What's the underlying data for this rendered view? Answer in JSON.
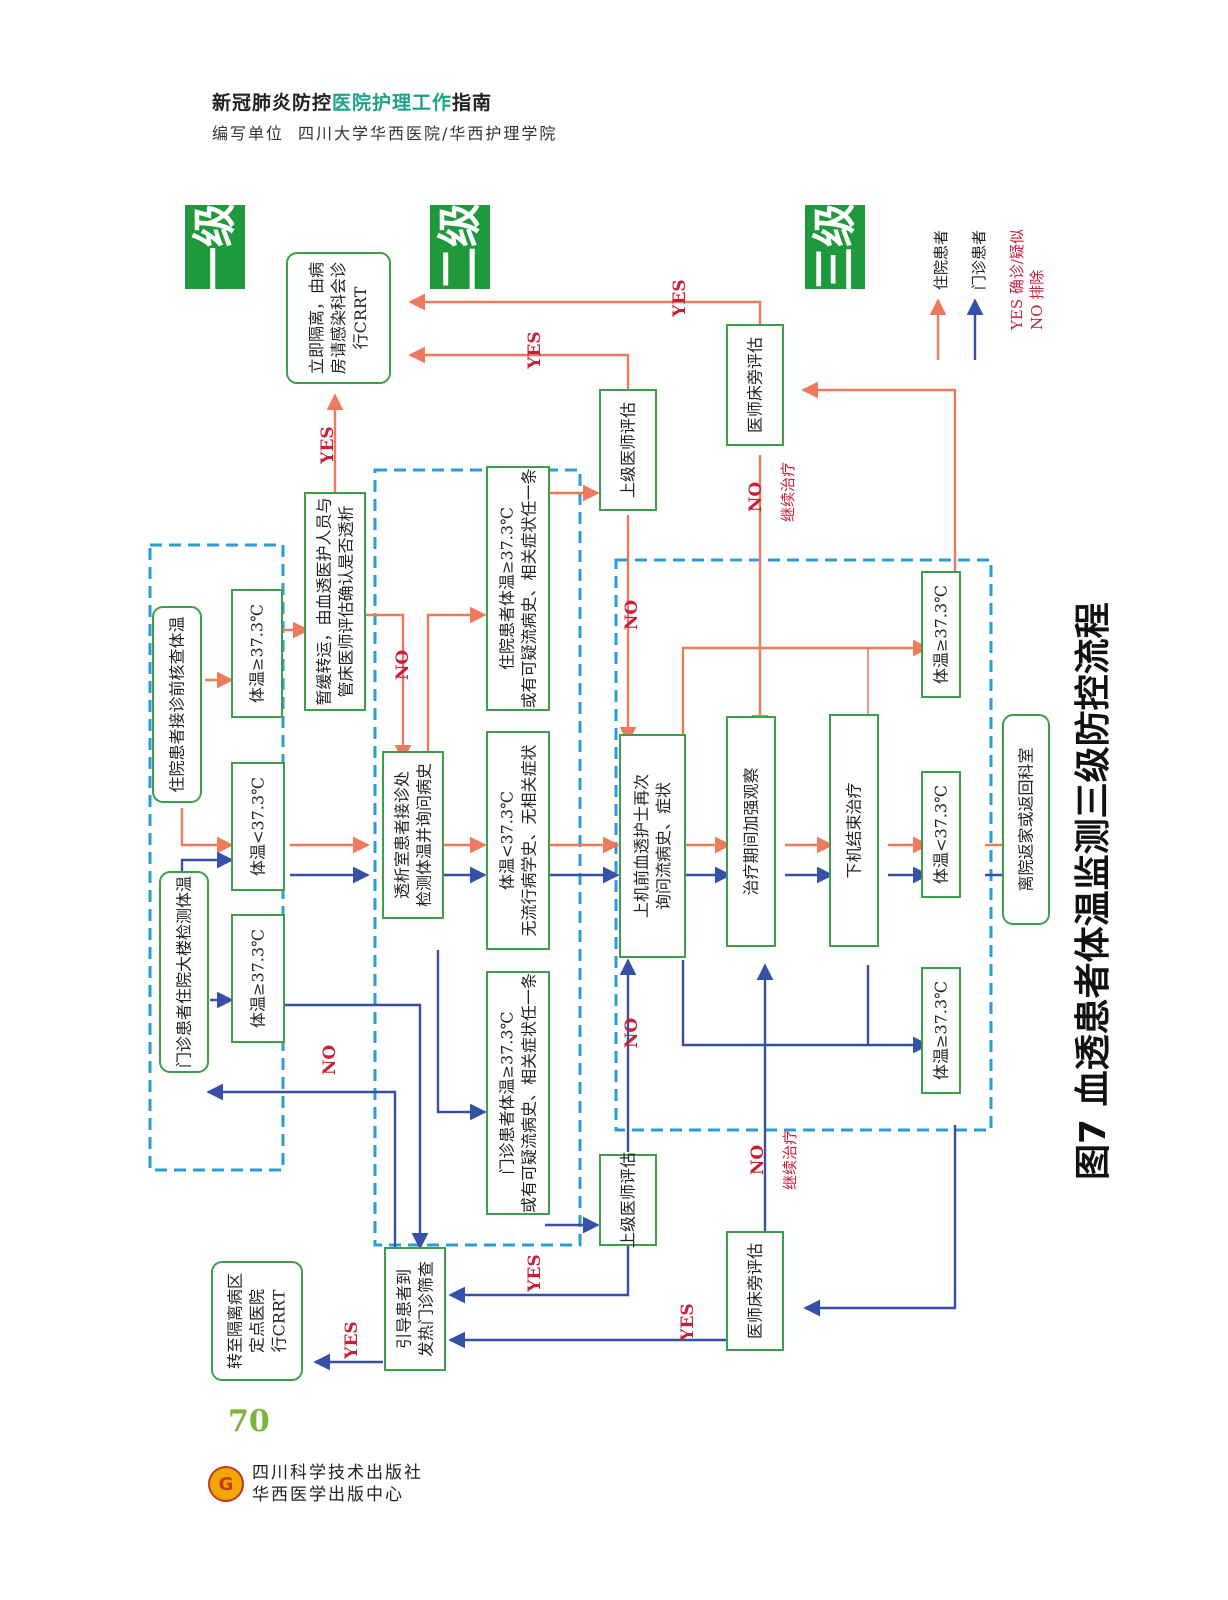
{
  "header": {
    "title_pre": "新冠肺炎防控",
    "title_accent": "医院护理工作",
    "title_post": "指南",
    "subtitle_label": "编写单位",
    "subtitle_org": "四川大学华西医院/华西护理学院"
  },
  "levels": [
    "一级",
    "二级",
    "三级"
  ],
  "legend": {
    "inpatient": "住院患者",
    "outpatient": "门诊患者",
    "yes_line": "YES  确诊/疑似",
    "no_line": "NO  排除"
  },
  "nodes": {
    "inpatient_check": [
      "住院患者接诊前核查体温"
    ],
    "outpatient_check": [
      "门诊患者住院大楼检测体温"
    ],
    "temp_high_in": [
      "体温≥37.3℃"
    ],
    "temp_low": [
      "体温<37.3℃"
    ],
    "temp_high_out": [
      "体温≥37.3℃"
    ],
    "transfer_handle": [
      "暂缓转运，由血透医护人员与",
      "管床医师评估确认是否透析"
    ],
    "isolate": [
      "立即隔离，由病",
      "房请感染科会诊",
      "行CRRT"
    ],
    "reception": [
      "透析室患者接诊处",
      "检测体温并询问病史"
    ],
    "inpatient_risk": [
      "住院患者体温≥37.3℃",
      "或有可疑流病史、相关症状任一条"
    ],
    "normal_case": [
      "体温<37.3℃",
      "无流行病学史、无相关症状"
    ],
    "outpatient_risk": [
      "门诊患者体温≥37.3℃",
      "或有可疑流病史、相关症状任一条"
    ],
    "senior_eval_top": [
      "上级医师评估"
    ],
    "senior_eval_bottom": [
      "上级医师评估"
    ],
    "bedside_eval_top": [
      "医师床旁评估"
    ],
    "bedside_eval_bottom": [
      "医师床旁评估"
    ],
    "pre_dialysis": [
      "上机前血透护士再次",
      "询问流病史、症状"
    ],
    "during": [
      "治疗期间加强观察"
    ],
    "end_treat": [
      "下机结束治疗"
    ],
    "temp_high_top": [
      "体温≥37.3℃"
    ],
    "temp_low_right": [
      "体温<37.3℃"
    ],
    "temp_high_bottom": [
      "体温≥37.3℃"
    ],
    "discharge": [
      "离院返家或返回科室"
    ],
    "fever_clinic": [
      "引导患者到",
      "发热门诊筛查"
    ],
    "isolation_ward": [
      "转至隔离病区",
      "定点医院",
      "行CRRT"
    ]
  },
  "labels": {
    "yes": "YES",
    "no": "NO",
    "continue": "继续治疗"
  },
  "figure_caption": "图7  血透患者体温监测三级防控流程",
  "footer": {
    "page_number": "70",
    "publisher_line1": "四川科学技术出版社",
    "publisher_line2": "华西医学出版中心",
    "logo_glyph": "G"
  },
  "colors": {
    "inpatient_arrow": "#ee7a5d",
    "outpatient_arrow": "#3650a8",
    "box_border": "#3f9e4a",
    "dashed": "#2b9cd8",
    "level_bg": "#1e9a3c",
    "label_red": "#c8203a",
    "accent_title": "#1aa38a",
    "page_number": "#7ab43a"
  }
}
